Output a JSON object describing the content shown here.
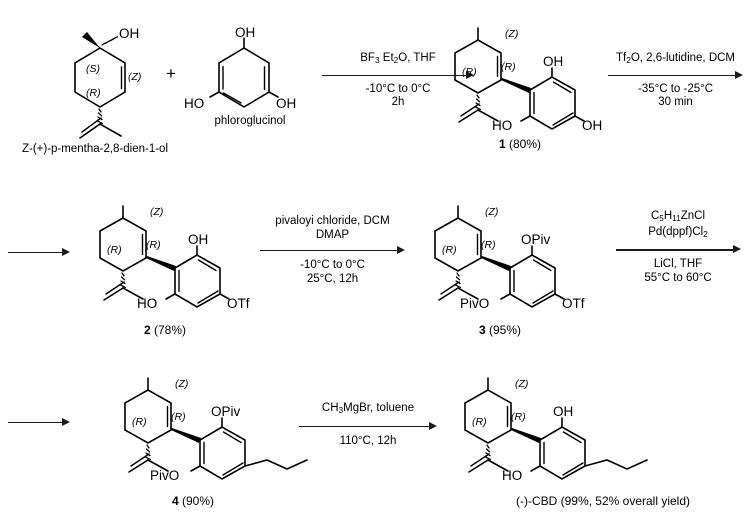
{
  "scheme": {
    "title": "Total synthesis of (-)-CBD from Z-(+)-p-mentha-2,8-dien-1-ol and phloroglucinol",
    "plus_symbol": "+",
    "stereo_labels": {
      "S": "(S)",
      "R": "(R)",
      "Z": "(Z)"
    },
    "atom_labels": {
      "OH": "OH",
      "HO": "HO",
      "OTf": "OTf",
      "OPiv": "OPiv",
      "PivO": "PivO"
    }
  },
  "row1": {
    "reactant1_name": "Z-(+)-p-mentha-2,8-dien-1-ol",
    "reactant2_name": "phloroglucinol",
    "step1": {
      "reagents": "BF3 Et2O, THF",
      "reagents_parts": [
        "BF",
        "3",
        " Et",
        "2",
        "O, THF"
      ],
      "conditions_line1": "-10°C to 0°C",
      "conditions_line2": "2h"
    },
    "product": {
      "number": "1",
      "yield": "(80%)"
    },
    "step2": {
      "reagents": "Tf2O, 2,6-lutidine, DCM",
      "reagents_parts": [
        "Tf",
        "2",
        "O, 2,6-lutidine, DCM"
      ],
      "conditions_line1": "-35°C to -25°C",
      "conditions_line2": "30 min"
    }
  },
  "row2": {
    "product_left": {
      "number": "2",
      "yield": "(78%)"
    },
    "step3": {
      "reagents_line1": "pivaloyi chloride, DCM",
      "reagents_line2": "DMAP",
      "conditions_line1": "-10°C to 0°C",
      "conditions_line2": "25°C, 12h"
    },
    "product_right": {
      "number": "3",
      "yield": "(95%)"
    },
    "step4": {
      "reagents_line1_parts": [
        "C",
        "5",
        "H",
        "11",
        "ZnCl"
      ],
      "reagents_line2_parts": [
        "Pd(dppf)Cl",
        "2"
      ],
      "conditions_line1": "LiCl, THF",
      "conditions_line2": "55°C to 60°C"
    }
  },
  "row3": {
    "product_left": {
      "number": "4",
      "yield": "(90%)"
    },
    "step5": {
      "reagents_parts": [
        "CH",
        "3",
        "MgBr, toluene"
      ],
      "conditions_line1": "110°C, 12h"
    },
    "product_final": {
      "name": "(-)-CBD (99%, 52% overall yield)"
    }
  },
  "chart_data": {
    "type": "diagram",
    "title": "Five-step total synthesis of (-)-CBD",
    "steps": [
      {
        "step": 1,
        "reagents": "BF3 Et2O, THF",
        "conditions": "-10°C to 0°C, 2h",
        "product": "1",
        "yield_pct": 80
      },
      {
        "step": 2,
        "reagents": "Tf2O, 2,6-lutidine, DCM",
        "conditions": "-35°C to -25°C, 30 min",
        "product": "2",
        "yield_pct": 78
      },
      {
        "step": 3,
        "reagents": "pivaloyi chloride, DCM, DMAP",
        "conditions": "-10°C to 0°C; 25°C, 12h",
        "product": "3",
        "yield_pct": 95
      },
      {
        "step": 4,
        "reagents": "C5H11ZnCl, Pd(dppf)Cl2, LiCl, THF",
        "conditions": "55°C to 60°C",
        "product": "4",
        "yield_pct": 90
      },
      {
        "step": 5,
        "reagents": "CH3MgBr, toluene",
        "conditions": "110°C, 12h",
        "product": "(-)-CBD",
        "yield_pct": 99
      }
    ],
    "overall_yield_pct": 52
  }
}
